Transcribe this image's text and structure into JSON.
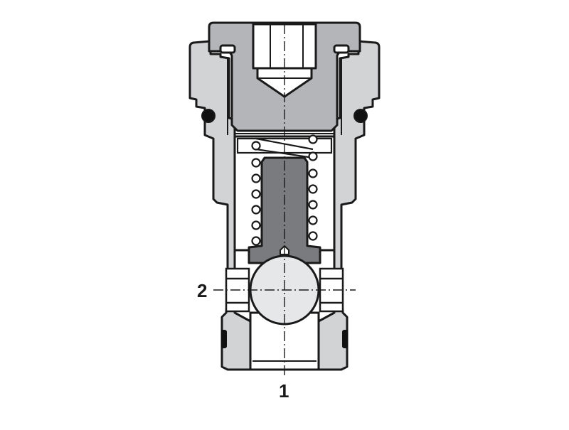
{
  "diagram": {
    "type": "cross-section",
    "subject": "check valve cartridge",
    "labels": {
      "port_2": "2",
      "port_1": "1"
    },
    "colors": {
      "background": "#ffffff",
      "outline": "#1a1a1a",
      "body_light_gray": "#d2d3d5",
      "cap_mid_gray": "#b4b5b8",
      "poppet_dark_gray": "#7a7b7e",
      "ball_light": "#e6e7e8",
      "seal_black": "#111111",
      "bore_white": "#ffffff"
    },
    "parts": [
      {
        "name": "adjustment cap / plug"
      },
      {
        "name": "valve body"
      },
      {
        "name": "upper o-ring seals"
      },
      {
        "name": "compression spring"
      },
      {
        "name": "poppet"
      },
      {
        "name": "check ball"
      },
      {
        "name": "lower seal rings"
      },
      {
        "name": "center axis"
      }
    ]
  }
}
